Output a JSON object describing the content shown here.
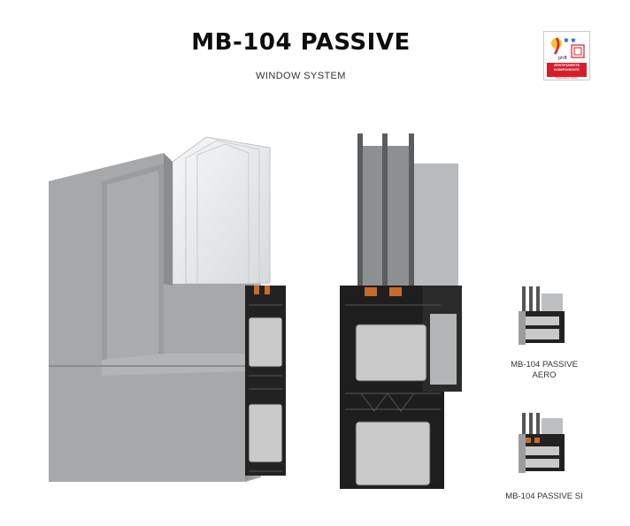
{
  "header": {
    "title": "MB-104 PASSIVE",
    "subtitle": "WINDOW SYSTEM"
  },
  "badge": {
    "line1": "ZERTIFIZIERTE",
    "line2": "KOMPONENTE",
    "line3": "Passivhaus Institut",
    "logo_text": "phB"
  },
  "variants": [
    {
      "caption_line1": "MB-104 PASSIVE",
      "caption_line2": "AERO"
    },
    {
      "caption_line1": "MB-104 PASSIVE SI",
      "caption_line2": ""
    }
  ],
  "colors": {
    "frame_gray": "#a8aaac",
    "frame_dark": "#2a2a2a",
    "insulation": "#c9c9c9",
    "badge_red": "#d71d2a",
    "gasket_orange": "#c86a2a"
  }
}
